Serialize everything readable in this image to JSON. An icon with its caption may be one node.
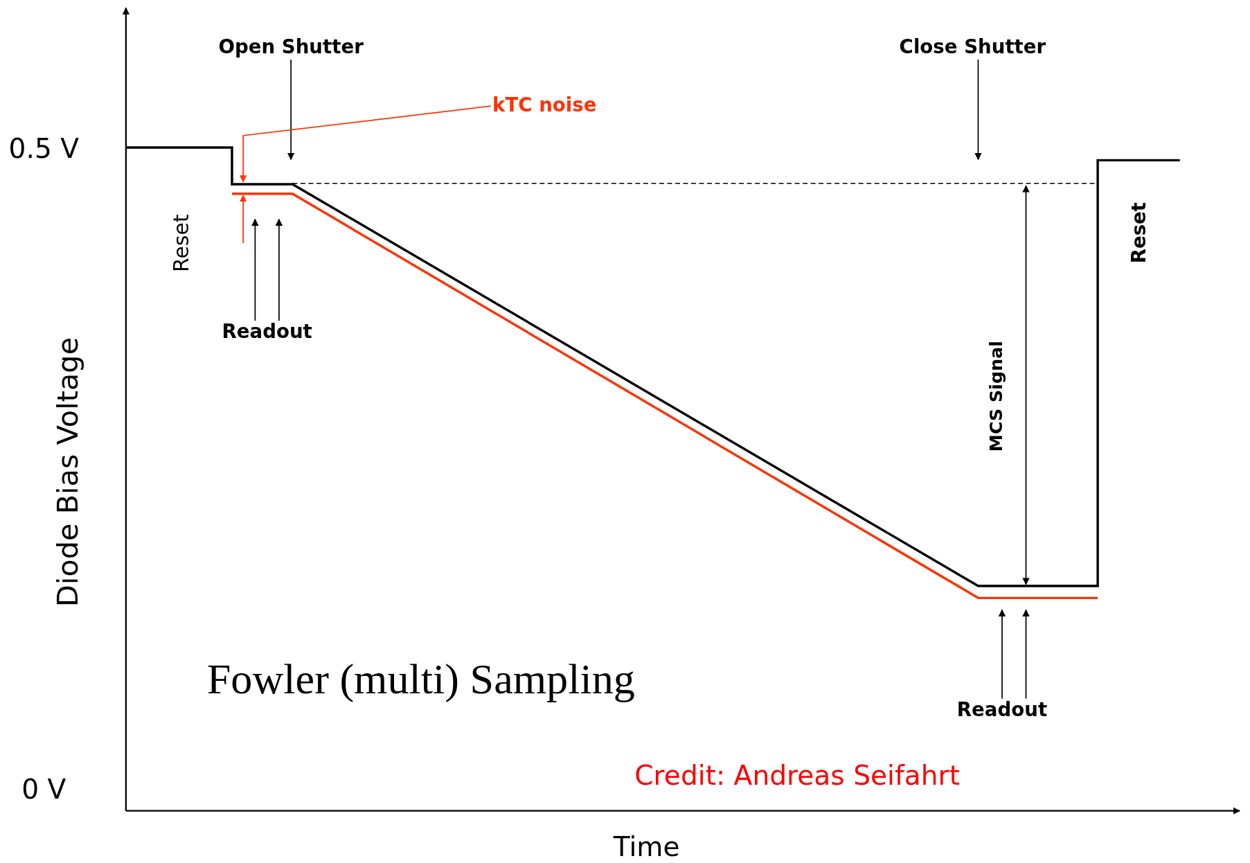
{
  "diagram": {
    "title": "Fowler (multi) Sampling",
    "nodes": [
      {
        "text": [
          "Open Shutter"
        ]
      },
      {
        "text": [
          "Close Shutter"
        ]
      },
      {
        "text": [
          "kTC noise"
        ]
      },
      {
        "text": [
          "Readout"
        ]
      },
      {
        "text": [
          "Readout"
        ]
      }
    ],
    "edges": [
      {
        "from": 0,
        "to": null,
        "arrow": "to"
      },
      {
        "from": 1,
        "to": null,
        "arrow": "to"
      },
      {
        "from": 2,
        "to": null,
        "arrow": "to",
        "color": "#ff3300"
      },
      {
        "from": 3,
        "to": null,
        "arrow": "to"
      },
      {
        "from": 3,
        "to": null,
        "arrow": "to"
      },
      {
        "from": 4,
        "to": null,
        "arrow": "to"
      },
      {
        "from": 4,
        "to": null,
        "arrow": "to"
      }
    ],
    "labels": [
      "0.5 V",
      "Reset",
      "Reset",
      "Diode Bias Voltage",
      "MCS Signal",
      "0 V",
      "Credit: Andreas Seifahrt",
      "Time"
    ]
  }
}
